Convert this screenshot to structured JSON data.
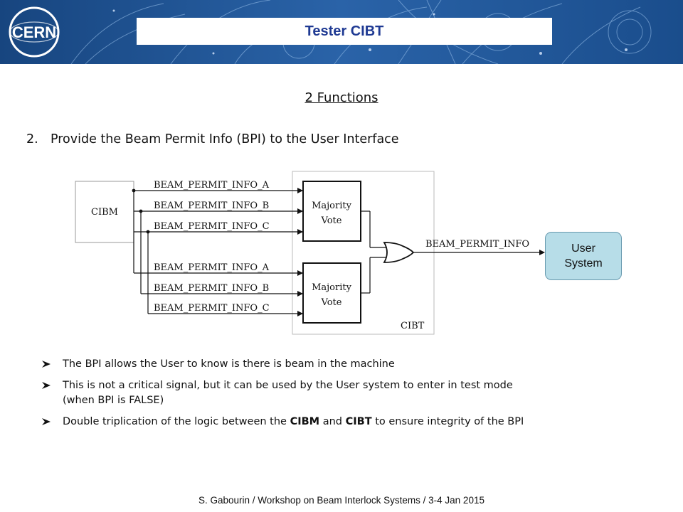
{
  "header": {
    "logo_text": "CERN",
    "title": "Tester CIBT"
  },
  "slide": {
    "heading": "2 Functions",
    "item_number": "2.",
    "item_text": "Provide the Beam Permit Info (BPI) to the User Interface"
  },
  "diagram": {
    "source_block": "CIBM",
    "target_block": "CIBT",
    "vote_top_line1": "Majority",
    "vote_top_line2": "Vote",
    "vote_bottom_line1": "Majority",
    "vote_bottom_line2": "Vote",
    "signals_top": [
      "BEAM_PERMIT_INFO_A",
      "BEAM_PERMIT_INFO_B",
      "BEAM_PERMIT_INFO_C"
    ],
    "signals_bottom": [
      "BEAM_PERMIT_INFO_A",
      "BEAM_PERMIT_INFO_B",
      "BEAM_PERMIT_INFO_C"
    ],
    "output_signal": "BEAM_PERMIT_INFO",
    "user_line1": "User",
    "user_line2": "System"
  },
  "bullets": {
    "b1": "The BPI allows the User to know is there is beam in the machine",
    "b2": "This is not a critical signal, but it can be used by the User system to enter in test mode (when BPI is FALSE)",
    "b3_pre": "Double triplication of the logic between the ",
    "b3_strong1": "CIBM",
    "b3_mid": " and ",
    "b3_strong2": "CIBT",
    "b3_post": " to ensure integrity of the BPI"
  },
  "footer": {
    "text": "S. Gabourin / Workshop on Beam Interlock Systems / 3-4 Jan 2015"
  },
  "colors": {
    "banner_blue": "#1d4f93",
    "title_blue": "#1f3a93",
    "user_box": "#b7dde8"
  }
}
